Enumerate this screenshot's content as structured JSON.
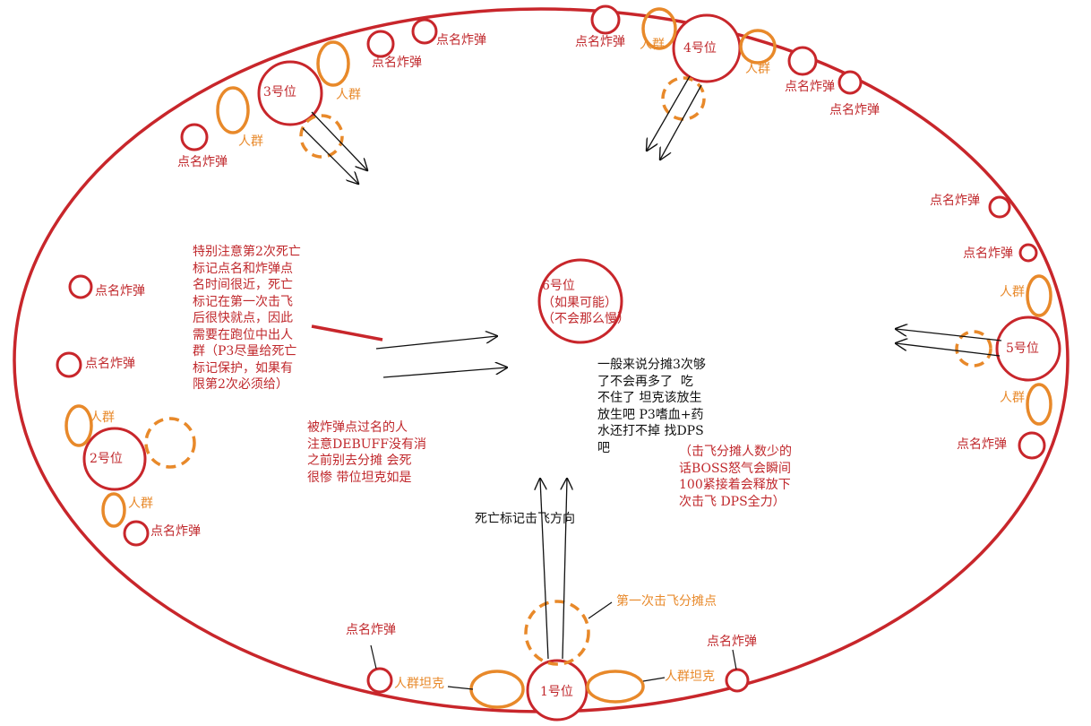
{
  "colors": {
    "red": "#c0282c",
    "orange": "#e8892a",
    "black": "#111111"
  },
  "positions": {
    "p1": "1号位",
    "p2": "2号位",
    "p3": "3号位",
    "p4": "4号位",
    "p5": "5号位",
    "p6": "6号位"
  },
  "labels": {
    "bomb": "点名炸弹",
    "crowd": "人群",
    "crowd_tank": "人群坦克",
    "first_share_point": "第一次击飞分摊点",
    "knockback_direction": "死亡标记击飞方向"
  },
  "notes": {
    "center_p6": "6号位\n（如果可能）\n（不会那么慢）",
    "left_attention": "特别注意第2次死亡\n标记点名和炸弹点\n名时间很近，死亡\n标记在第一次击飞\n后很快就点，因此\n需要在跑位中出人\n群（P3尽量给死亡\n标记保护，如果有\n限第2次必须给）",
    "bomb_debuff": "被炸弹点过名的人\n注意DEBUFF没有消\n之前别去分摊 会死\n很惨 带位坦克如是",
    "share_three": "一般来说分摊3次够\n了不会再多了  吃\n不住了 坦克该放生\n放生吧 P3嗜血+药\n水还打不掉 找DPS\n吧",
    "boss_rage": "（击飞分摊人数少的\n话BOSS怒气会瞬间\n100紧接着会释放下\n次击飞 DPS全力）"
  }
}
